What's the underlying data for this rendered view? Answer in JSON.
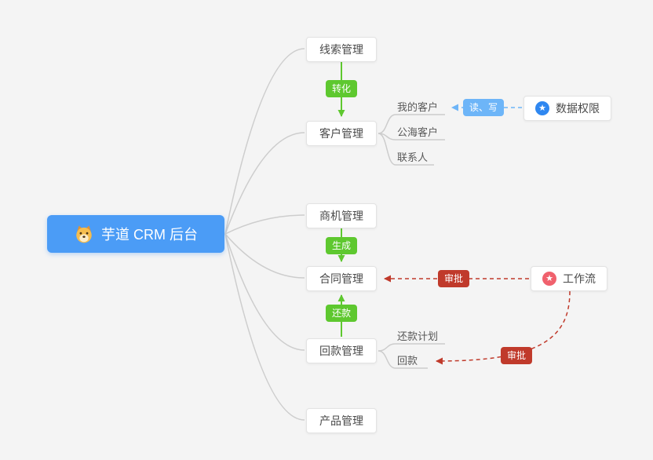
{
  "root": {
    "label": "芋道 CRM 后台"
  },
  "nodes": [
    {
      "label": "线索管理"
    },
    {
      "label": "客户管理"
    },
    {
      "label": "商机管理"
    },
    {
      "label": "合同管理"
    },
    {
      "label": "回款管理"
    },
    {
      "label": "产品管理"
    }
  ],
  "sub_nodes": {
    "customers": [
      {
        "label": "我的客户"
      },
      {
        "label": "公海客户"
      },
      {
        "label": "联系人"
      }
    ],
    "receivables": [
      {
        "label": "还款计划"
      },
      {
        "label": "回款"
      }
    ]
  },
  "side_nodes": [
    {
      "label": "数据权限"
    },
    {
      "label": "工作流"
    }
  ],
  "edges": {
    "convert": {
      "label": "转化"
    },
    "generate": {
      "label": "生成"
    },
    "repay": {
      "label": "还款"
    },
    "read_write": {
      "label": "读、写"
    },
    "approve_contract": {
      "label": "审批"
    },
    "approve_receivable": {
      "label": "审批"
    }
  },
  "icons": {
    "star_glyph": "★"
  },
  "colors": {
    "background": "#f4f4f4",
    "root_blue": "#4b9cf6",
    "edge_green": "#5ec82f",
    "edge_blue": "#6db5f8",
    "edge_red": "#c03a2b",
    "icon_blue": "#2f87f0",
    "icon_red": "#f0616d",
    "connector_gray": "#cdcdcd"
  }
}
